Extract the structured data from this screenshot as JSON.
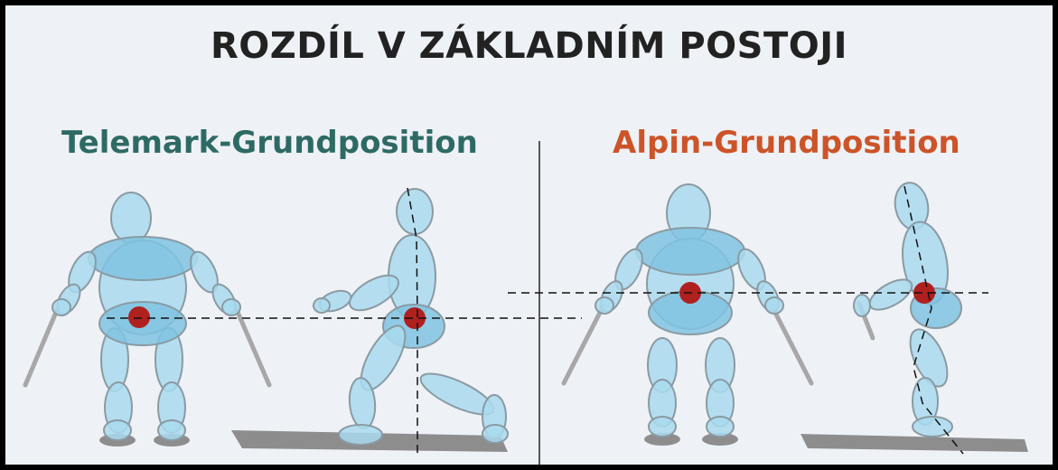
{
  "title": "ROZDÍL V ZÁKLADNÍM POSTOJI",
  "left_heading": "Telemark-Grundposition",
  "right_heading": "Alpin-Grundposition",
  "colors": {
    "telemark": "#2e6a64",
    "alpin": "#cc5428",
    "body_fill": "#a9dbef",
    "body_dark": "#7fc3e1",
    "outline": "#8a9aa3",
    "center_of_mass": "#b0201f",
    "background": "#eef1f5"
  },
  "figures": [
    {
      "name": "telemark-front-figure"
    },
    {
      "name": "telemark-side-figure"
    },
    {
      "name": "alpin-front-figure"
    },
    {
      "name": "alpin-side-figure"
    }
  ]
}
